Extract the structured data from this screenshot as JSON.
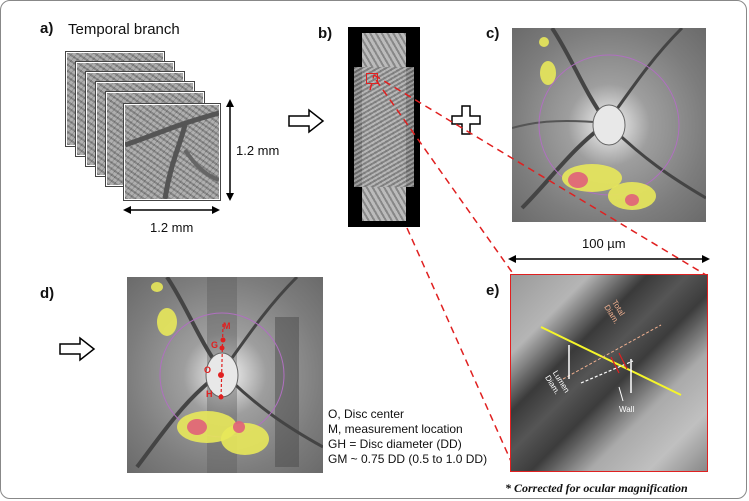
{
  "panels": {
    "a": {
      "label": "a)",
      "title": "Temporal branch",
      "height_label": "1.2 mm",
      "width_label": "1.2 mm"
    },
    "b": {
      "label": "b)"
    },
    "c": {
      "label": "c)"
    },
    "d": {
      "label": "d)",
      "points": {
        "M": "M",
        "G": "G",
        "O": "O",
        "H": "H"
      },
      "legend": [
        "O, Disc center",
        "M, measurement location",
        "GH = Disc diameter (DD)",
        "GM ~ 0.75 DD (0.5 to 1.0 DD)"
      ]
    },
    "e": {
      "label": "e)",
      "scale_label": "100 µm",
      "annotations": {
        "total_diam": "Total\nDiam.",
        "lumen_diam": "Lumen\nDiam.",
        "wall": "Wall"
      },
      "footnote": "* Corrected for ocular magnification"
    }
  },
  "colors": {
    "highlight_yellow": "#e8e85a",
    "highlight_red": "#e0607a",
    "guide_red": "#e02020",
    "vessel_line": "#f5f52a"
  }
}
